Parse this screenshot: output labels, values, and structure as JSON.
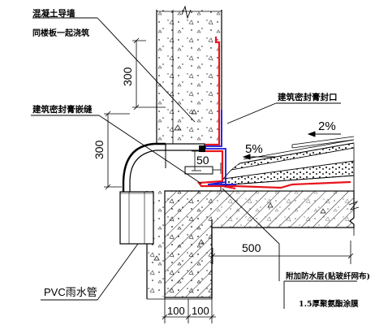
{
  "labels": {
    "guide_wall_line1": "混凝土导墙",
    "guide_wall_line2": "同楼板一起浇筑",
    "sealant_joint": "建筑密封膏嵌缝",
    "sealant_seal": "建筑密封膏封口",
    "pvc_pipe": "PVC雨水管",
    "waterproof_add": "附加防水层(贴玻纤网布)",
    "coating_membrane": "1.5厚聚氨酯涂膜"
  },
  "dimensions": {
    "guide_wall_height": "300",
    "pipe_elbow_height": "300",
    "drop": "50",
    "additional_width": "500",
    "wall_left": "100",
    "wall_right": "100"
  },
  "slopes": {
    "roof_slope": "5%",
    "upper_slope": "2%"
  },
  "colors": {
    "waterproof_red": "#e8141c",
    "membrane_blue": "#1a1ad8",
    "line_black": "#000000"
  }
}
